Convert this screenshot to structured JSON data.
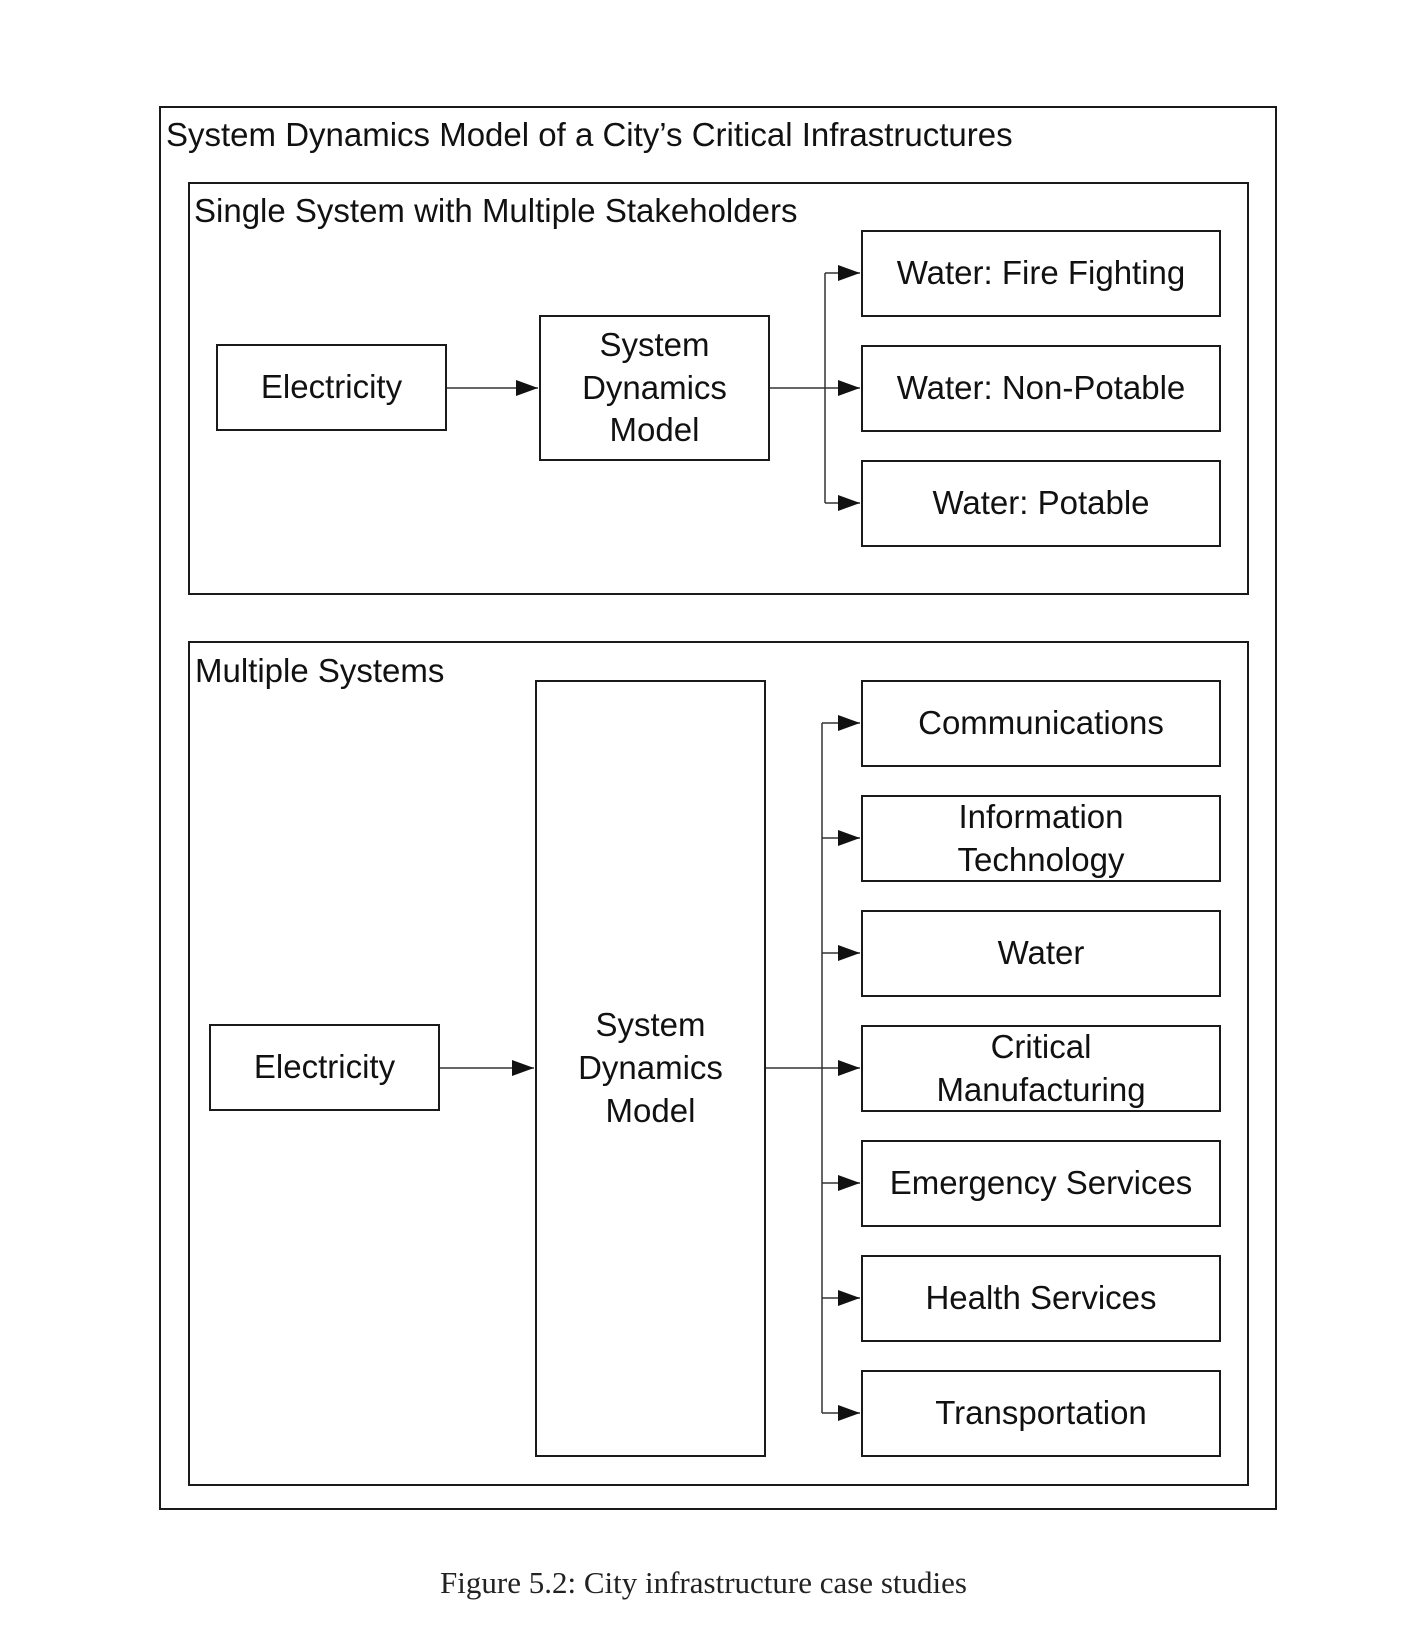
{
  "figure": {
    "title": "System Dynamics Model of a City’s Critical Infrastructures",
    "caption": "Figure 5.2: City infrastructure case studies"
  },
  "single_system": {
    "title": "Single System with Multiple Stakeholders",
    "source": "Electricity",
    "model": "System Dynamics Model",
    "model_lines": [
      "System",
      "Dynamics",
      "Model"
    ],
    "targets": [
      {
        "lines": [
          "Water: Fire Fighting"
        ]
      },
      {
        "lines": [
          "Water: Non-Potable"
        ]
      },
      {
        "lines": [
          "Water: Potable"
        ]
      }
    ]
  },
  "multiple_systems": {
    "title": "Multiple Systems",
    "source": "Electricity",
    "model": "System Dynamics Model",
    "model_lines": [
      "System",
      "Dynamics",
      "Model"
    ],
    "targets": [
      {
        "lines": [
          "Communications"
        ]
      },
      {
        "lines": [
          "Information",
          "Technology"
        ]
      },
      {
        "lines": [
          "Water"
        ]
      },
      {
        "lines": [
          "Critical",
          "Manufacturing"
        ]
      },
      {
        "lines": [
          "Emergency Services"
        ]
      },
      {
        "lines": [
          "Health Services"
        ]
      },
      {
        "lines": [
          "Transportation"
        ]
      }
    ]
  }
}
